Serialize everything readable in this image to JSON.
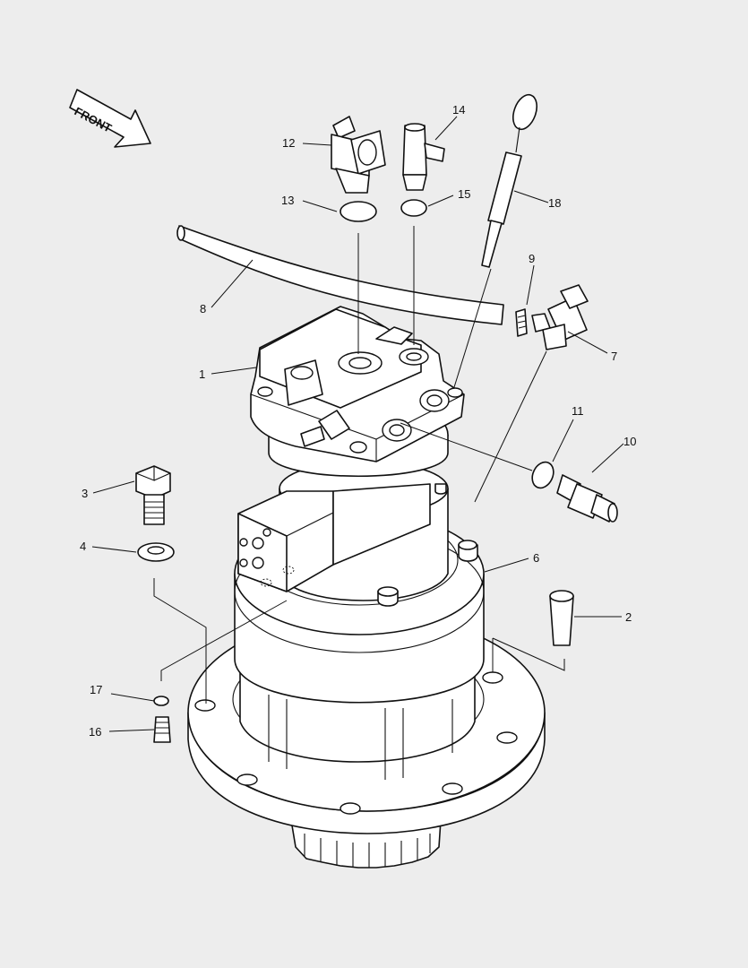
{
  "front_label": "FRONT",
  "callouts": {
    "c1": "1",
    "c2": "2",
    "c3": "3",
    "c4": "4",
    "c6": "6",
    "c7": "7",
    "c8": "8",
    "c9": "9",
    "c10": "10",
    "c11": "11",
    "c12": "12",
    "c13": "13",
    "c14": "14",
    "c15": "15",
    "c16": "16",
    "c17": "17",
    "c18": "18"
  }
}
